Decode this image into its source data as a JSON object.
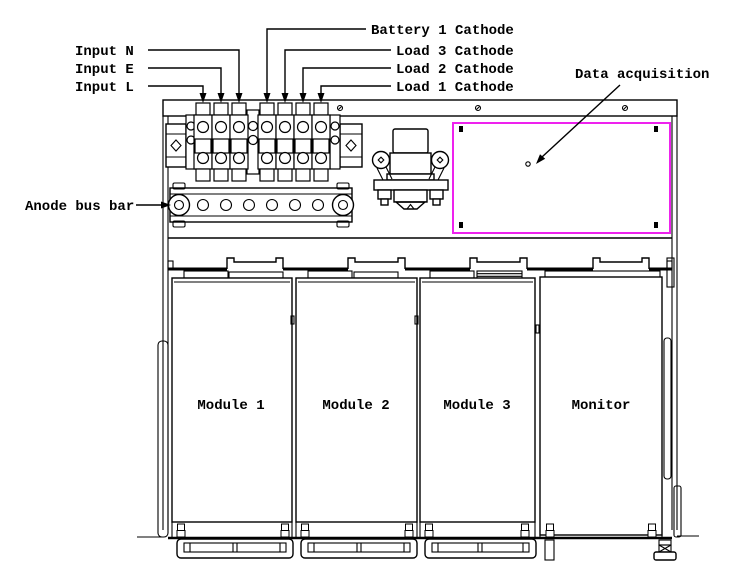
{
  "labels": {
    "input_n": "Input N",
    "input_e": "Input E",
    "input_l": "Input L",
    "battery_1_cathode": "Battery 1 Cathode",
    "load_3_cathode": "Load 3 Cathode",
    "load_2_cathode": "Load 2 Cathode",
    "load_1_cathode": "Load 1 Cathode",
    "data_acquisition": "Data acquisition",
    "anode_bus_bar": "Anode bus bar",
    "module_1": "Module 1",
    "module_2": "Module 2",
    "module_3": "Module 3",
    "monitor": "Monitor"
  },
  "colors": {
    "line": "#000000",
    "data_acquisition_highlight": "#ee22ee",
    "background": "#ffffff"
  }
}
